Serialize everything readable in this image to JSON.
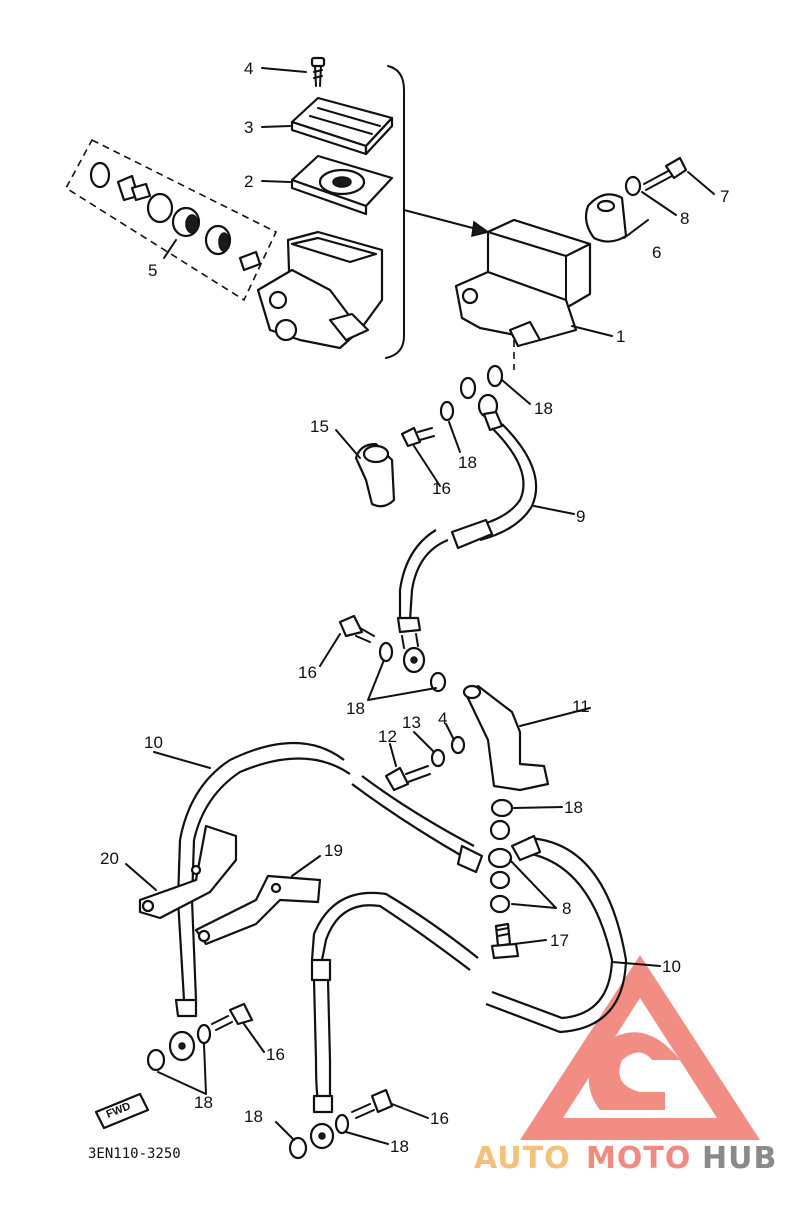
{
  "callouts": {
    "c1": "1",
    "c2": "2",
    "c3": "3",
    "c4_top": "4",
    "c5": "5",
    "c6": "6",
    "c7": "7",
    "c8_top": "8",
    "c9": "9",
    "c10_left": "10",
    "c10_right": "10",
    "c11": "11",
    "c12": "12",
    "c13": "13",
    "c4_mid": "4",
    "c15": "15",
    "c16_a": "16",
    "c16_b": "16",
    "c16_c": "16",
    "c16_d": "16",
    "c17": "17",
    "c18_a": "18",
    "c18_b": "18",
    "c18_c": "18",
    "c18_d": "18",
    "c18_e": "18",
    "c18_f": "18",
    "c18_g": "18",
    "c8_mid": "8",
    "c19": "19",
    "c20": "20"
  },
  "drawing_code": "3EN110-3250",
  "fwd_label": "FWD",
  "watermark": {
    "part1": "AUTO",
    "part2": "MOTO",
    "part3": "HUB",
    "color_auto": "#f5c07a",
    "color_moto": "#f28a80",
    "color_hub": "#8a8a8a",
    "logo_color": "#f07a6e"
  }
}
